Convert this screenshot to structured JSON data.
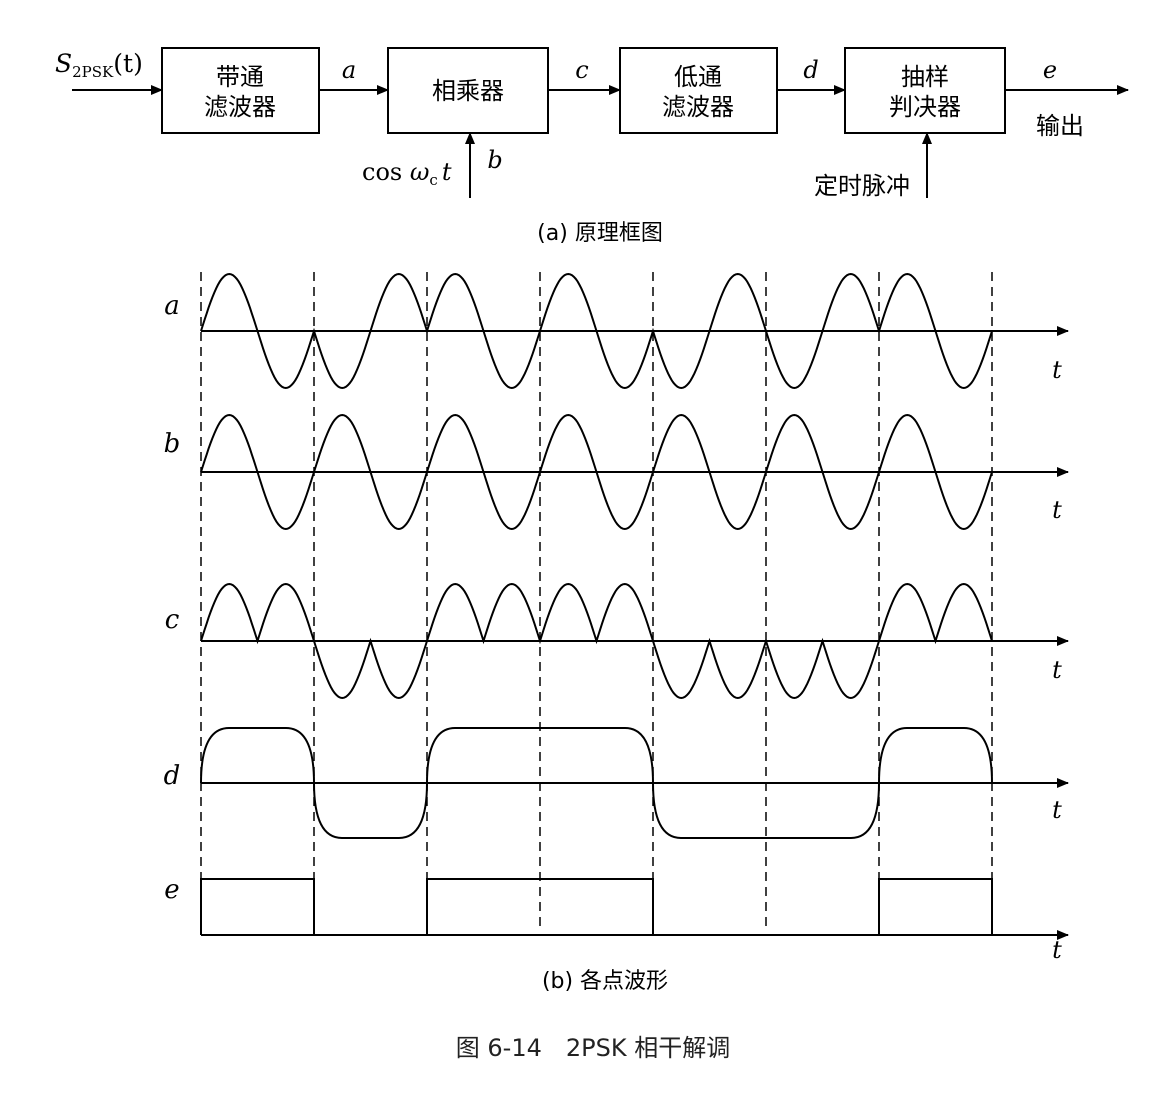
{
  "block_diagram": {
    "input_label": "S",
    "input_subscript": "2PSK",
    "input_arg": "(t)",
    "blocks": [
      {
        "line1": "带通",
        "line2": "滤波器"
      },
      {
        "line1": "相乘器",
        "line2": ""
      },
      {
        "line1": "低通",
        "line2": "滤波器"
      },
      {
        "line1": "抽样",
        "line2": "判决器"
      }
    ],
    "signal_labels": [
      "a",
      "b",
      "c",
      "d",
      "e"
    ],
    "carrier_label_prefix": "cos ",
    "carrier_omega": "ω",
    "carrier_sub": "c",
    "carrier_t": "t",
    "timing_label": "定时脉冲",
    "output_label": "输出",
    "caption": "(a) 原理框图"
  },
  "waveforms": {
    "rows": [
      "a",
      "b",
      "c",
      "d",
      "e"
    ],
    "axis_label": "t",
    "bits": [
      1,
      0,
      1,
      1,
      0,
      0,
      1
    ],
    "caption": "(b) 各点波形"
  },
  "figure_caption": "图 6-14　2PSK 相干解调"
}
